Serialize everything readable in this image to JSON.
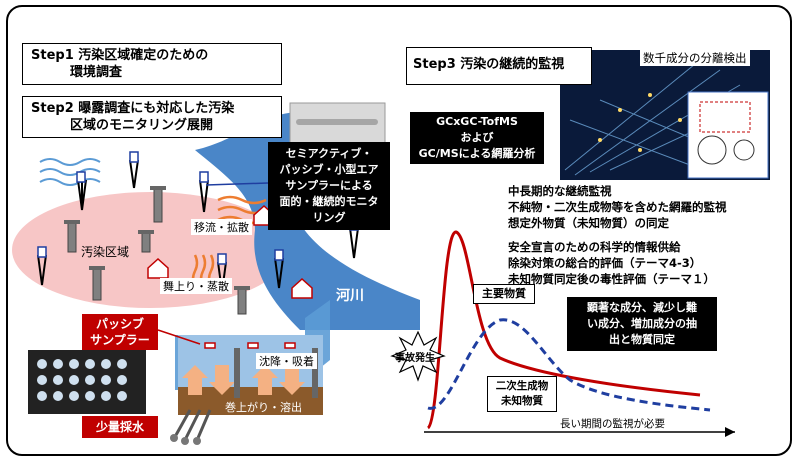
{
  "step1": "Step1 汚染区域確定のための\n　　　環境調査",
  "step2": "Step2 曝露調査にも対応した汚染\n　　　区域のモニタリング展開",
  "sampler_box": "セミアクティブ・\nパッシブ・小型エア\nサンプラーによる\n面的・継続的モニタ\nリング",
  "labels": {
    "contaminated_area": "汚染区域",
    "advection": "移流・拡散",
    "volatilization": "舞上り・蒸散",
    "river": "河川",
    "passive_sampler": "パッシブ\nサンプラー",
    "sedimentation": "沈降・吸着",
    "resuspension": "巻上がり・溶出",
    "small_water": "少量採水"
  },
  "step3": "Step3 汚染の継続的監視",
  "separation": "数千成分の分離検出",
  "gcxgc_box": "GCxGC-TofMS\nおよび\nGC/MSによる網羅分析",
  "monitoring_text_1": "中長期的な継続監視\n不純物・二次生成物等を含めた網羅的監視\n想定外物質（未知物質）の同定",
  "monitoring_text_2": "安全宣言のための科学的情報供給\n除染対策の総合的評価（テーマ4-3）\n未知物質同定後の毒性評価（テーマ１）",
  "graph_labels": {
    "main_substance": "主要物質",
    "accident": "事故発生",
    "secondary": "二次生成物\n未知物質",
    "component_box": "顕著な成分、減少し難\nい成分、増加成分の抽\n出と物質同定",
    "long_term": "長い期間の監視が必要"
  },
  "colors": {
    "red": "#c00000",
    "river_blue": "#4a86c8",
    "dark_blue": "#1f3ea0",
    "pink": "#f7c6c6"
  }
}
